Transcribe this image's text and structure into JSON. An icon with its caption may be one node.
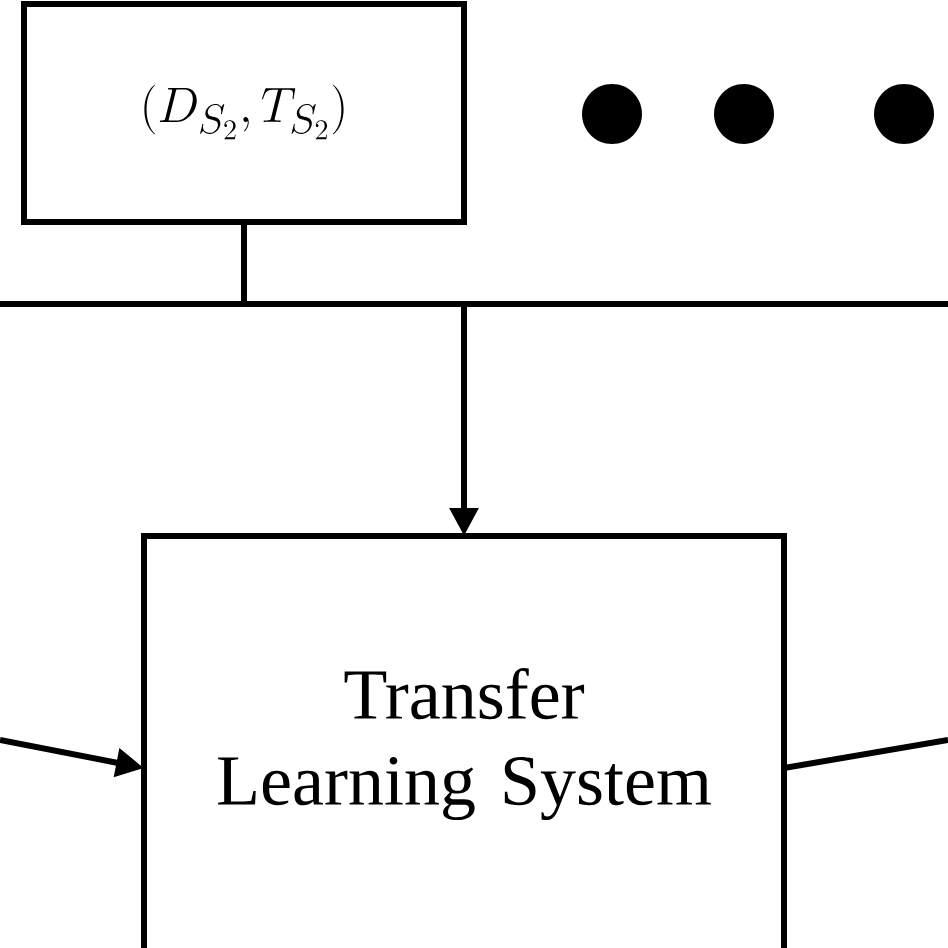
{
  "diagram": {
    "nodes": [
      {
        "text": [
          "(D_{S_2}, T_{S_2})"
        ]
      },
      {
        "text": [
          "Transfer Learning System"
        ]
      }
    ],
    "edges": [
      {
        "from": 0,
        "to": 1,
        "arrow": "to"
      },
      {
        "from": null,
        "to": 1,
        "arrow": "to"
      },
      {
        "from": 1,
        "to": null,
        "arrow": "none"
      }
    ]
  }
}
